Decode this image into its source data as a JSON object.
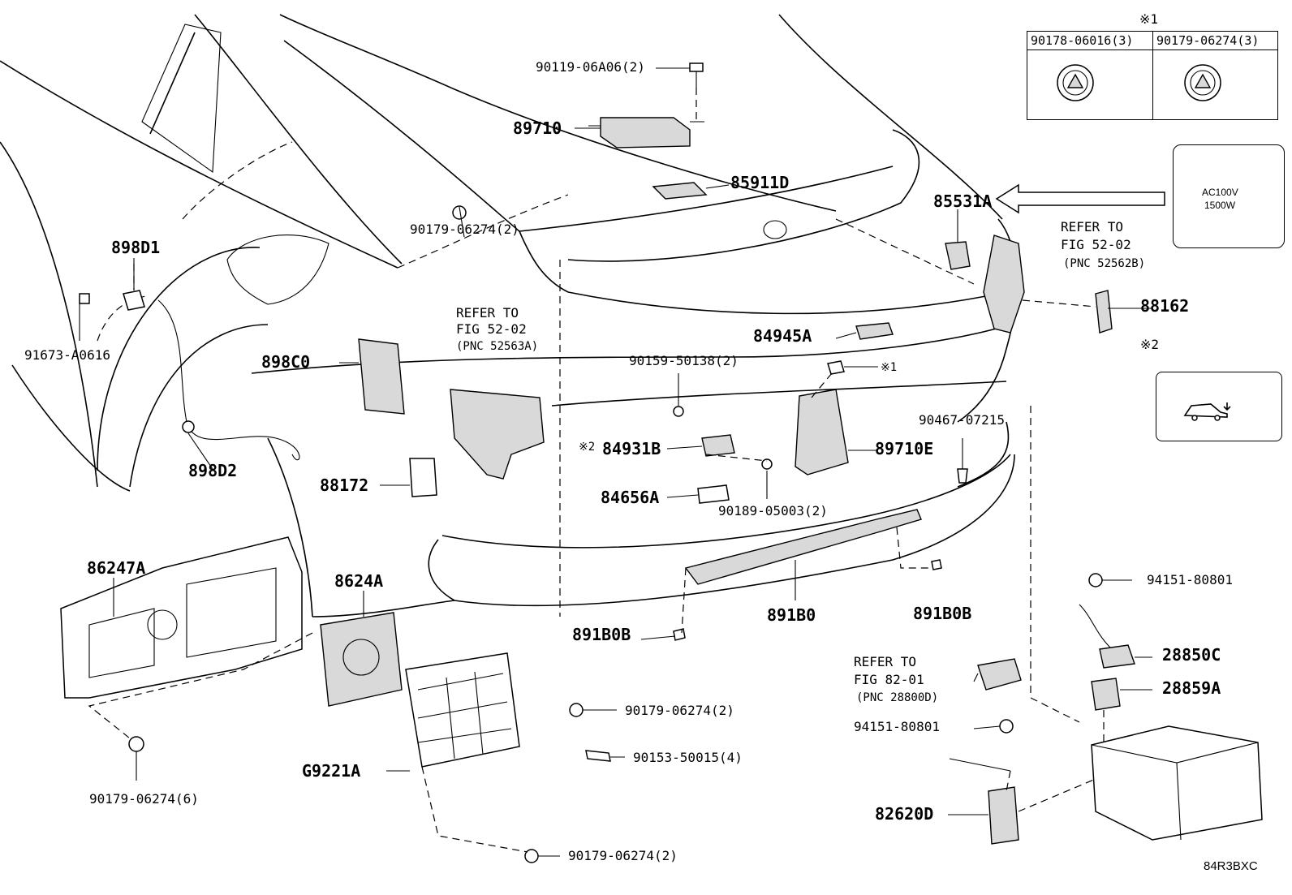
{
  "diagram": {
    "callout_labels": {
      "p89710": "89710",
      "p90119_06a06": "90119-06A06(2)",
      "p85911d": "85911D",
      "p85531a": "85531A",
      "p898d1": "898D1",
      "p91673": "91673-A0616",
      "p90179_top": "90179-06274(2)",
      "p898c0": "898C0",
      "p898d2": "898D2",
      "p88172": "88172",
      "p84945a": "84945A",
      "p90159": "90159-50138(2)",
      "p84931b": "84931B",
      "p84656a": "84656A",
      "p90189": "90189-05003(2)",
      "p89710e": "89710E",
      "p90467": "90467-07215",
      "p88162": "88162",
      "p86247a": "86247A",
      "p8624a": "8624A",
      "p891b0": "891B0",
      "p891b0b_left": "891B0B",
      "p891b0b_right": "891B0B",
      "p94151_top": "94151-80801",
      "p28850c": "28850C",
      "p28859a": "28859A",
      "p94151_mid": "94151-80801",
      "p82620d": "82620D",
      "p90179_mid": "90179-06274(2)",
      "p90153": "90153-50015(4)",
      "pg9221a": "G9221A",
      "p90179_6": "90179-06274(6)",
      "p90179_bottom": "90179-06274(2)"
    },
    "references": {
      "ref_5202_a": {
        "line1": "REFER TO",
        "line2": "FIG 52-02",
        "line3": "(PNC 52563A)"
      },
      "ref_5202_b": {
        "line1": "REFER TO",
        "line2": "FIG 52-02",
        "line3": "(PNC 52562B)"
      },
      "ref_8201": {
        "line1": "REFER TO",
        "line2": "FIG 82-01",
        "line3": "(PNC 28800D)"
      }
    },
    "notes": {
      "note1_mark": "※1",
      "note1_table_col1": "90178-06016(3)",
      "note1_table_col2": "90179-06274(3)",
      "note1_callout": "※1",
      "note2_mark": "※2",
      "note2_callout": "※2"
    },
    "socket_label": {
      "line1": "AC100V",
      "line2": "1500W"
    },
    "figure_code": "84R3BXC"
  }
}
